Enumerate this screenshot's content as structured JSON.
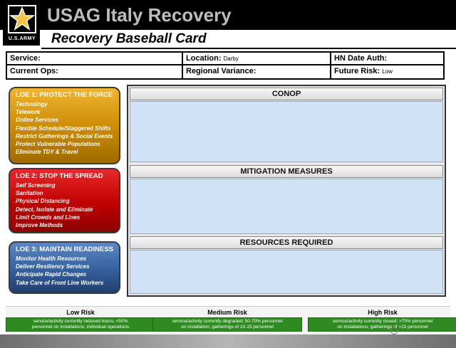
{
  "header": {
    "title": "USAG Italy Recovery",
    "subtitle": "Recovery Baseball Card",
    "logo_text": "U.S.ARMY"
  },
  "info": {
    "service_label": "Service:",
    "service_value": "",
    "location_label": "Location:",
    "location_value": "Darby",
    "hn_label": "HN Date Auth:",
    "hn_value": "",
    "current_ops_label": "Current Ops:",
    "current_ops_value": "",
    "regional_label": "Regional Variance:",
    "regional_value": "",
    "future_risk_label": "Future Risk:",
    "future_risk_value": "Low"
  },
  "loe": [
    {
      "title": "LOE 1: PROTECT THE FORCE",
      "items": [
        "Technology",
        "Telework",
        "Online Services",
        "Flexible Schedule/Staggered Shifts",
        "Restrict Gatherings & Social Events",
        "Protect Vulnerable Populations",
        "Eliminate TDY & Travel"
      ]
    },
    {
      "title": "LOE 2: STOP THE SPREAD",
      "items": [
        "Self Screening",
        "Sanitation",
        "Physical Distancing",
        "Detect, Isolate and Eliminate",
        "Limit Crowds and Lines",
        "Improve Methods"
      ]
    },
    {
      "title": "LOE 3: MAINTAIN READINESS",
      "items": [
        "Monitor Health Resources",
        "Deliver Resiliency Services",
        "Anticipate Rapid Changes",
        "Take Care of Front Line Workers"
      ]
    }
  ],
  "sections": {
    "conop": "CONOP",
    "mitigation": "MITIGATION MEASURES",
    "resources": "RESOURCES REQUIRED"
  },
  "risk_legend": [
    {
      "label": "Low Risk",
      "line1": "service/activity currently reduced hours; <50%",
      "line2": "personnel on installations; individual operations"
    },
    {
      "label": "Medium Risk",
      "line1": "service/activity currently degraded; 50-70% personnel",
      "line2": "on installation; gatherings of 10-15 personnel"
    },
    {
      "label": "High Risk",
      "line1": "service/activity currently closed; >75% personnel",
      "line2": "on installations; gatherings of >15 personnel"
    }
  ],
  "colors": {
    "loe1": "#d99a0a",
    "loe2": "#c00000",
    "loe3": "#34609e",
    "section_body": "#cfe3f5",
    "risk_box": "#2e8b1f"
  }
}
